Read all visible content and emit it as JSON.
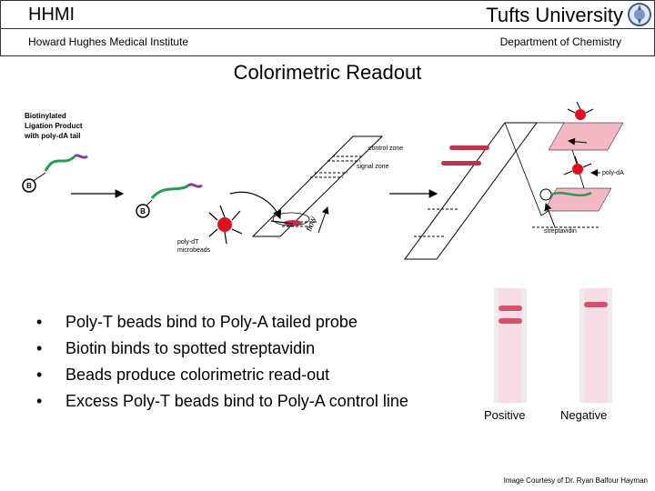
{
  "header": {
    "org_short": "HHMI",
    "org_full": "Howard Hughes Medical Institute",
    "university": "Tufts University",
    "department": "Department of Chemistry"
  },
  "title": "Colorimetric Readout",
  "diagram": {
    "label_probe_line1": "Biotinylated",
    "label_probe_line2": "Ligation Product",
    "label_probe_line3": "with poly-dA tail",
    "biotin_letter": "B",
    "label_control_zone": "control zone",
    "label_signal_zone": "signal zone",
    "label_flow": "flow",
    "label_beads_line1": "poly-dT",
    "label_beads_line2": "microbeads",
    "label_polyda": "poly-dA",
    "label_streptavidin": "streptavidin",
    "colors": {
      "bead": "#e01020",
      "band": "#c8304a",
      "strand_green": "#22a050",
      "strand_purple": "#8040a0",
      "zone_pink": "#f4b8c4"
    }
  },
  "bullets": [
    "Poly-T beads bind to Poly-A tailed probe",
    "Biotin binds to spotted streptavidin",
    "Beads produce colorimetric read-out",
    "Excess Poly-T beads bind to Poly-A control line"
  ],
  "strips": {
    "positive": "Positive",
    "negative": "Negative"
  },
  "credit": "Image Courtesy of Dr. Ryan Balfour Hayman"
}
